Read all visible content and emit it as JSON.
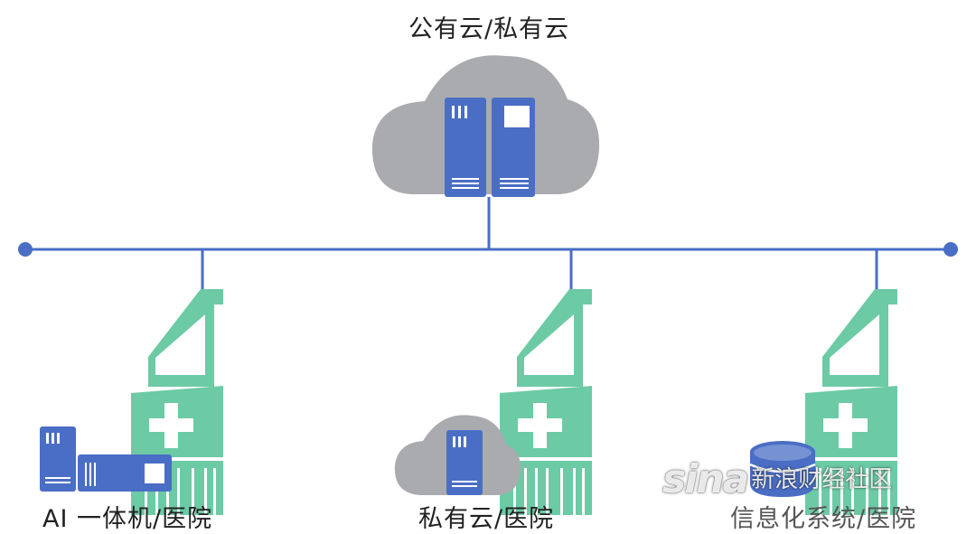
{
  "diagram": {
    "top_node": {
      "label": "公有云/私有云"
    },
    "nodes": [
      {
        "label": "AI 一体机/医院"
      },
      {
        "label": "私有云/医院"
      },
      {
        "label": "信息化系统/医院"
      }
    ]
  },
  "watermark": {
    "logo": "sina",
    "text": "新浪财经社区"
  },
  "colors": {
    "line": "#4a6ec5",
    "server": "#4a6ec5",
    "cloud": "#a9abae",
    "building": "#6ccaa5"
  }
}
